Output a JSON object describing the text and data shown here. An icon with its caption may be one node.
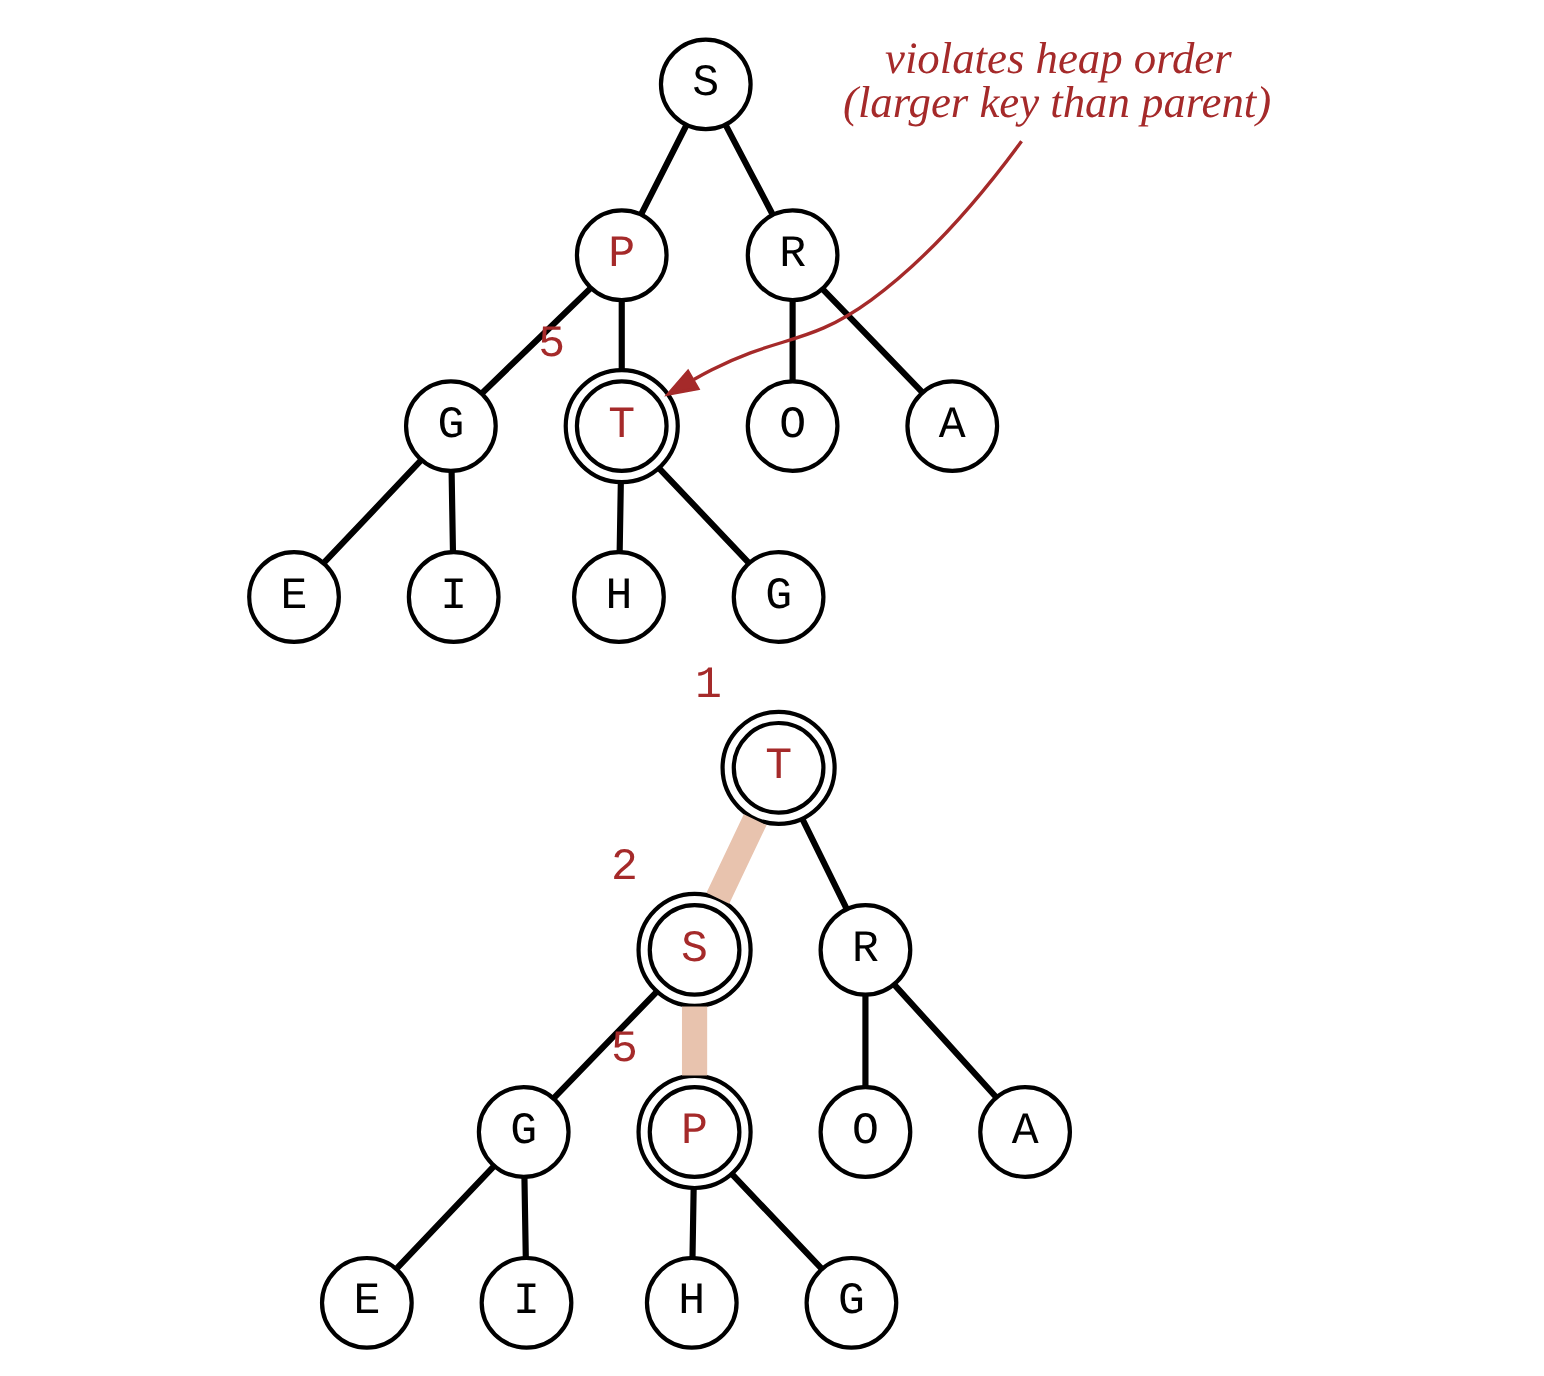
{
  "diagram": {
    "nodes": [
      {
        "text": [
          "S"
        ]
      },
      {
        "text": [
          "P"
        ]
      },
      {
        "text": [
          "R"
        ]
      },
      {
        "text": [
          "G"
        ]
      },
      {
        "text": [
          "T"
        ],
        "beside": [
          "5"
        ]
      },
      {
        "text": [
          "O"
        ]
      },
      {
        "text": [
          "A"
        ]
      },
      {
        "text": [
          "E"
        ]
      },
      {
        "text": [
          "I"
        ]
      },
      {
        "text": [
          "H"
        ]
      },
      {
        "text": [
          "G"
        ]
      },
      {
        "text": [
          "violates heap order (larger key than parent)"
        ]
      },
      {
        "text": [
          "T"
        ],
        "beside": [
          "1"
        ]
      },
      {
        "text": [
          "S"
        ],
        "beside": [
          "2"
        ]
      },
      {
        "text": [
          "R"
        ]
      },
      {
        "text": [
          "G"
        ]
      },
      {
        "text": [
          "P"
        ],
        "beside": [
          "5"
        ]
      },
      {
        "text": [
          "O"
        ]
      },
      {
        "text": [
          "A"
        ]
      },
      {
        "text": [
          "E"
        ]
      },
      {
        "text": [
          "I"
        ]
      },
      {
        "text": [
          "H"
        ]
      },
      {
        "text": [
          "G"
        ]
      }
    ],
    "edges": [
      {
        "from": 0,
        "to": 1,
        "arrow": "none"
      },
      {
        "from": 0,
        "to": 2,
        "arrow": "none"
      },
      {
        "from": 1,
        "to": 3,
        "arrow": "none"
      },
      {
        "from": 1,
        "to": 4,
        "arrow": "none"
      },
      {
        "from": 2,
        "to": 5,
        "arrow": "none"
      },
      {
        "from": 2,
        "to": 6,
        "arrow": "none"
      },
      {
        "from": 3,
        "to": 7,
        "arrow": "none"
      },
      {
        "from": 3,
        "to": 8,
        "arrow": "none"
      },
      {
        "from": 4,
        "to": 9,
        "arrow": "none"
      },
      {
        "from": 4,
        "to": 10,
        "arrow": "none"
      },
      {
        "from": 11,
        "to": 4,
        "arrow": "to",
        "color": "#a52a2a"
      },
      {
        "from": 12,
        "to": 13,
        "arrow": "none",
        "style": "thick",
        "color": "#e8c3ae"
      },
      {
        "from": 12,
        "to": 14,
        "arrow": "none"
      },
      {
        "from": 13,
        "to": 15,
        "arrow": "none"
      },
      {
        "from": 13,
        "to": 16,
        "arrow": "none",
        "style": "thick",
        "color": "#e8c3ae"
      },
      {
        "from": 14,
        "to": 17,
        "arrow": "none"
      },
      {
        "from": 14,
        "to": 18,
        "arrow": "none"
      },
      {
        "from": 15,
        "to": 19,
        "arrow": "none"
      },
      {
        "from": 15,
        "to": 20,
        "arrow": "none"
      },
      {
        "from": 16,
        "to": 21,
        "arrow": "none"
      },
      {
        "from": 16,
        "to": 22,
        "arrow": "none"
      }
    ]
  }
}
